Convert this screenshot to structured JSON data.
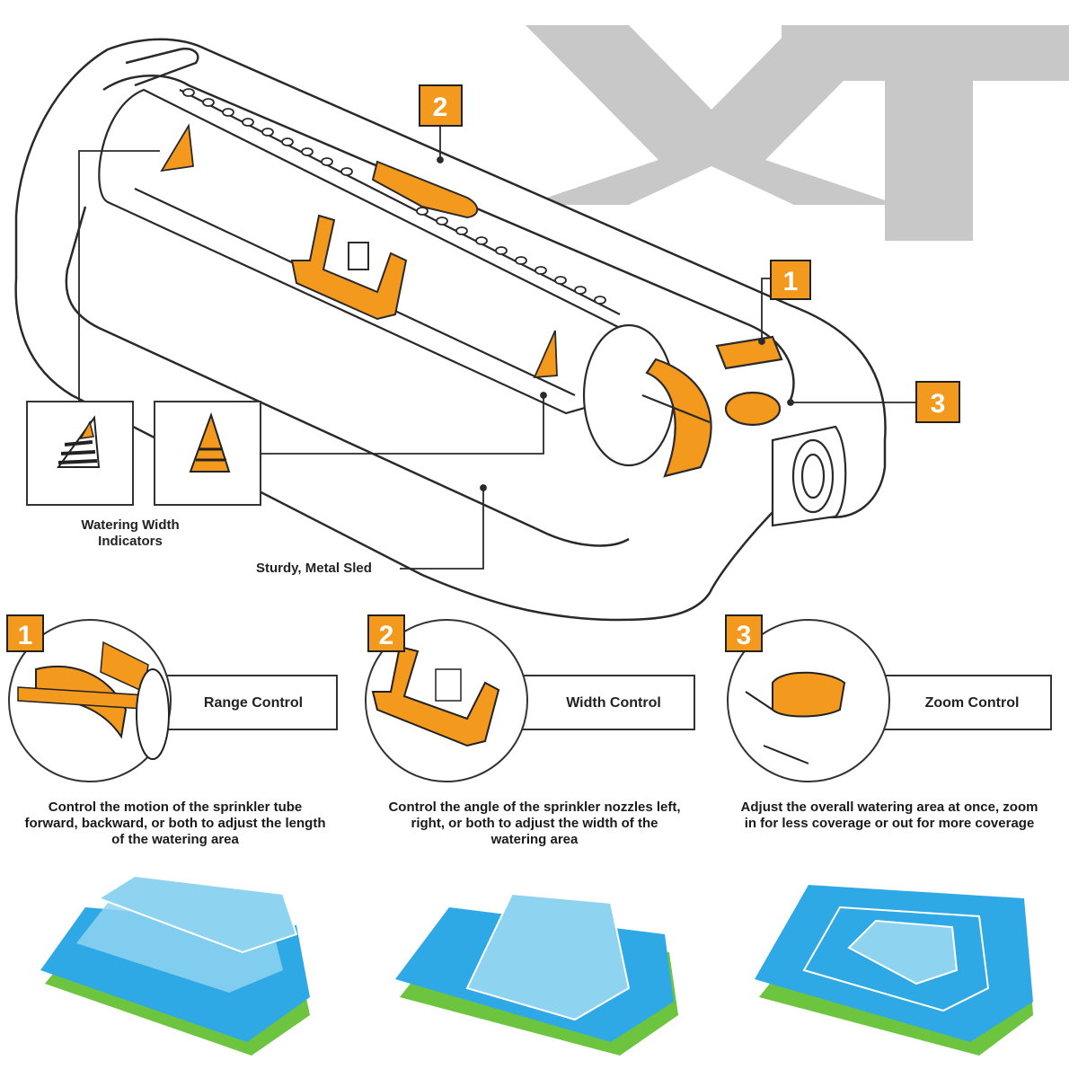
{
  "brand": {
    "logo_text": "XT"
  },
  "colors": {
    "accent": "#F39A1E",
    "outline": "#2a2a2a",
    "logo": "#c8c8c8",
    "water_light": "#8ed3f0",
    "water_mid": "#2fa9e6",
    "grass": "#6cc43f"
  },
  "callouts": {
    "badge_1": "1",
    "badge_2": "2",
    "badge_3": "3",
    "watering_width_indicators": "Watering Width\nIndicators",
    "sturdy_metal_sled": "Sturdy, Metal Sled"
  },
  "controls": [
    {
      "number": "1",
      "label": "Range Control",
      "description": "Control the motion of the sprinkler tube forward, backward, or both to adjust the length of the watering area"
    },
    {
      "number": "2",
      "label": "Width Control",
      "description": "Control the angle of the sprinkler nozzles left, right, or both to adjust the width of the watering area"
    },
    {
      "number": "3",
      "label": "Zoom Control",
      "description": "Adjust the overall watering area at once, zoom in for less coverage or out for more coverage"
    }
  ]
}
